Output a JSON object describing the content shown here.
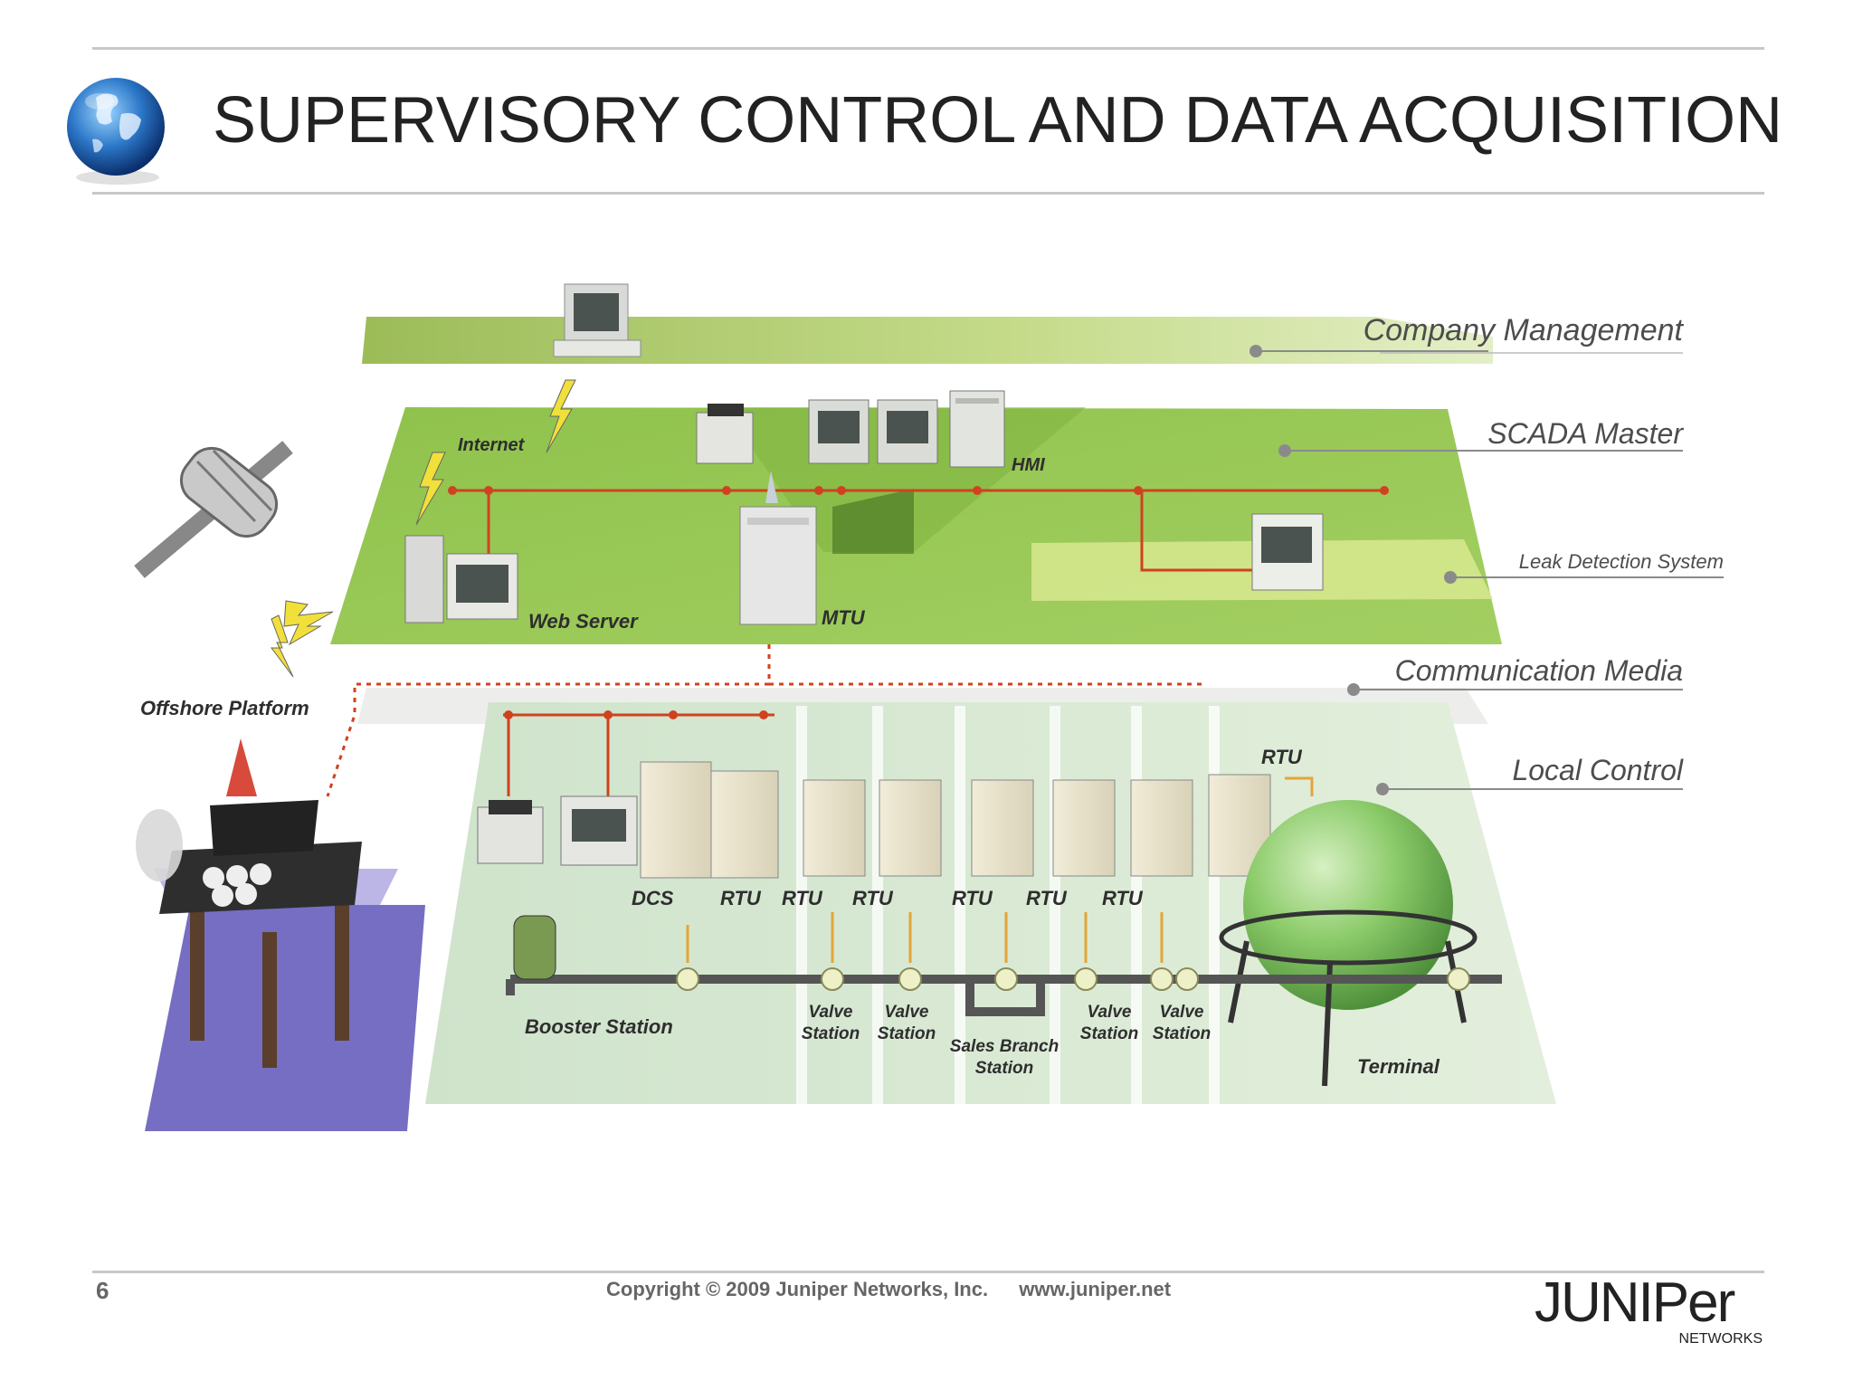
{
  "slide": {
    "title": "SUPERVISORY CONTROL AND DATA ACQUISITION",
    "number": "6",
    "copyright": "Copyright © 2009 Juniper Networks, Inc.",
    "website": "www.juniper.net",
    "logo": {
      "wordmark": "JUNIPer",
      "sub": "NETWORKS"
    }
  },
  "diagram": {
    "layers": {
      "company_management": "Company Management",
      "scada_master": "SCADA Master",
      "leak_detection": "Leak Detection System",
      "communication_media": "Communication Media",
      "local_control": "Local Control"
    },
    "labels": {
      "internet": "Internet",
      "hmi": "HMI",
      "web_server": "Web Server",
      "mtu": "MTU",
      "offshore_platform": "Offshore Platform",
      "rtu_top": "RTU",
      "dcs": "DCS",
      "rtu": [
        "RTU",
        "RTU",
        "RTU",
        "RTU",
        "RTU",
        "RTU"
      ],
      "booster_station": "Booster Station",
      "valve_station": [
        "Valve Station",
        "Valve Station",
        "Valve Station",
        "Valve Station"
      ],
      "valve_word": "Valve",
      "station_word": "Station",
      "sales_branch": "Sales Branch",
      "sales_station": "Station",
      "terminal": "Terminal"
    }
  },
  "colors": {
    "accent_green": "#8fc24c",
    "mgmt_band": "#a9c866",
    "network_line": "#d0421f",
    "water": "#5d55b8",
    "tank": "#8ccb6a"
  },
  "icons": [
    "globe-icon",
    "satellite-icon",
    "lightning-icon",
    "computer-icon",
    "server-icon",
    "printer-icon",
    "oil-platform-icon",
    "storage-tank-icon",
    "pump-icon",
    "valve-icon"
  ]
}
